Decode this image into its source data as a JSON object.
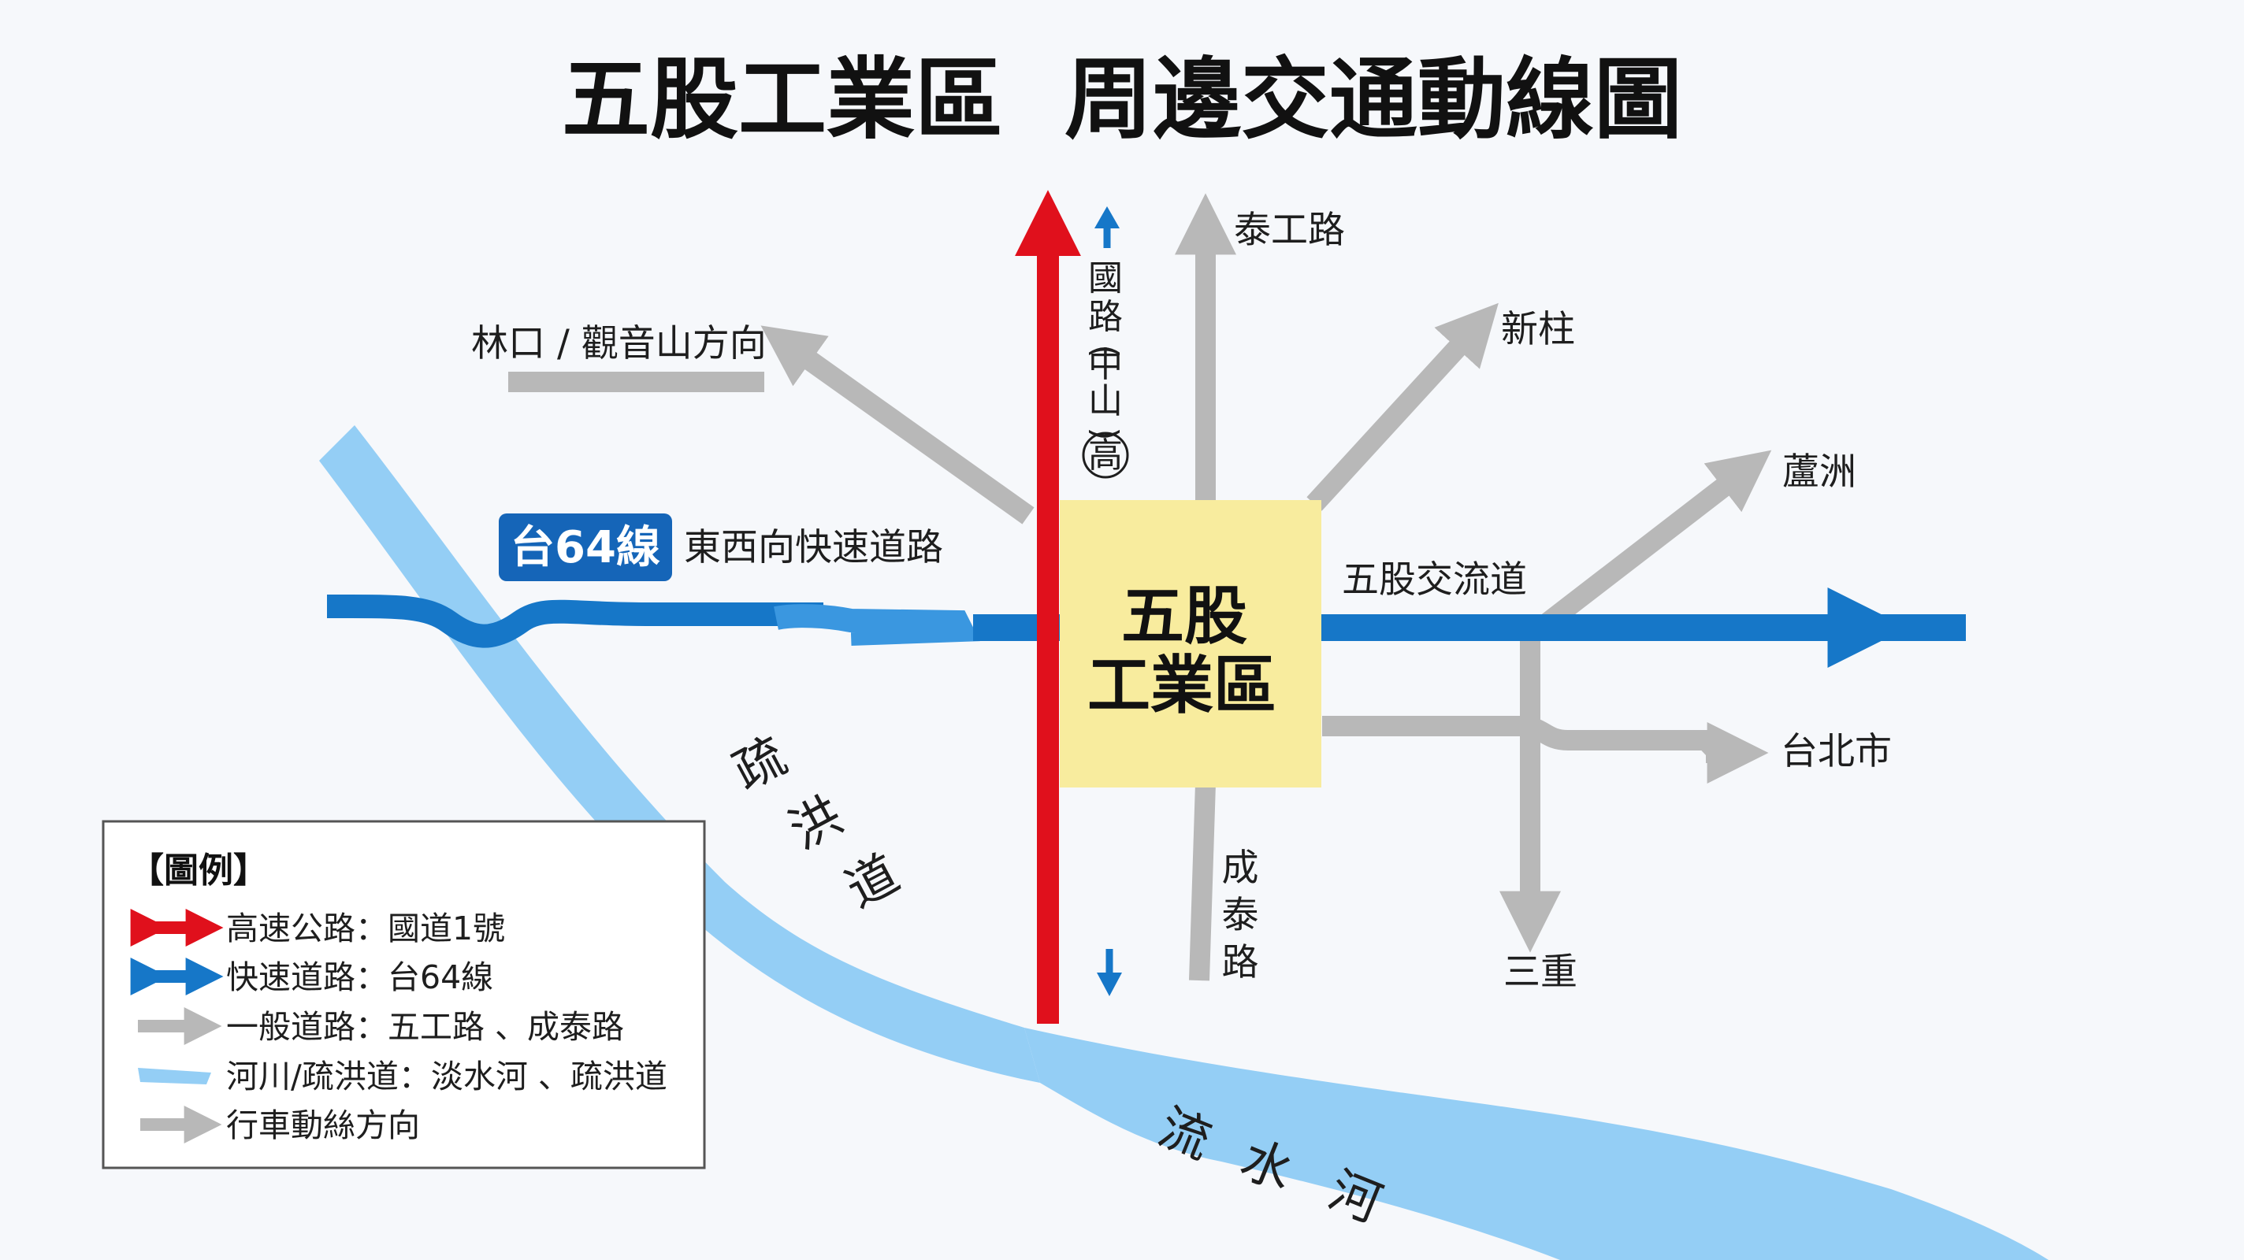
{
  "title": "五股工業區  周邊交通動線圖",
  "colors": {
    "background": "#f6f8fb",
    "highway": "#e0101c",
    "expressway": "#1677c8",
    "road": "#b8b8b8",
    "river": "#94cef5",
    "zone": "#f8ec9e",
    "badge": "#1565b8"
  },
  "zone": {
    "line1": "五股",
    "line2": "工業區"
  },
  "highway": {
    "chars": [
      "國",
      "路",
      "中",
      "山",
      "高"
    ],
    "open_paren": "(",
    "close_paren": ")",
    "circled_char": "高"
  },
  "expressway": {
    "badge": "台64線",
    "label": "東西向快速道路"
  },
  "interchange": "五股交流道",
  "places": {
    "taigong": "泰工路",
    "linkou": "林口 / 觀音山方向",
    "xinzhuang": "新柱",
    "luzhou": "蘆洲",
    "taipei": "台北市",
    "sanchong": "三重",
    "chengtai": [
      "成",
      "泰",
      "路"
    ]
  },
  "rivers": {
    "floodway": [
      "疏",
      "洪",
      "道"
    ],
    "tamsui": [
      "流",
      "水",
      "河"
    ]
  },
  "legend": {
    "title": "【圖例】",
    "items": [
      {
        "icon": "red-double-arrow-icon",
        "label": "高速公路：國道1號"
      },
      {
        "icon": "blue-double-arrow-icon",
        "label": "快速道路：台64線"
      },
      {
        "icon": "gray-arrow-icon",
        "label": "一般道路：五工路 、成泰路"
      },
      {
        "icon": "river-swatch-icon",
        "label": "河川/疏洪道：淡水河 、疏洪道"
      },
      {
        "icon": "gray-arrow-icon",
        "label": "行車動絲方向"
      }
    ]
  }
}
